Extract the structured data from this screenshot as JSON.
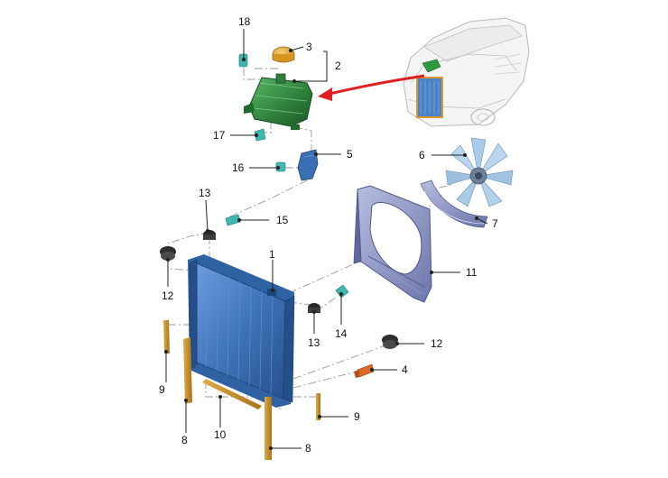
{
  "diagram": {
    "callouts": [
      {
        "id": "18",
        "label": "18"
      },
      {
        "id": "3",
        "label": "3"
      },
      {
        "id": "2",
        "label": "2"
      },
      {
        "id": "17",
        "label": "17"
      },
      {
        "id": "5",
        "label": "5"
      },
      {
        "id": "16",
        "label": "16"
      },
      {
        "id": "6",
        "label": "6"
      },
      {
        "id": "13a",
        "label": "13"
      },
      {
        "id": "15",
        "label": "15"
      },
      {
        "id": "7",
        "label": "7"
      },
      {
        "id": "1",
        "label": "1"
      },
      {
        "id": "11",
        "label": "11"
      },
      {
        "id": "12a",
        "label": "12"
      },
      {
        "id": "13b",
        "label": "13"
      },
      {
        "id": "14",
        "label": "14"
      },
      {
        "id": "12b",
        "label": "12"
      },
      {
        "id": "4",
        "label": "4"
      },
      {
        "id": "9a",
        "label": "9"
      },
      {
        "id": "9b",
        "label": "9"
      },
      {
        "id": "10",
        "label": "10"
      },
      {
        "id": "8a",
        "label": "8"
      },
      {
        "id": "8b",
        "label": "8"
      }
    ],
    "colors": {
      "radiator": "#3f74b8",
      "expansion_tank": "#2e7d3a",
      "cap": "#e0a030",
      "shroud": "#8a93c4",
      "fan": "#a9cbe8",
      "seal_strip": "#c8902a",
      "clip": "#3fb7b0",
      "mount": "#2a2a2a",
      "sensor": "#d96a2a",
      "arrow": "#e02020",
      "vehicle_outline": "#b8b8b8"
    },
    "icons": [
      "vehicle-locator-icon",
      "pointer-arrow-icon"
    ]
  }
}
